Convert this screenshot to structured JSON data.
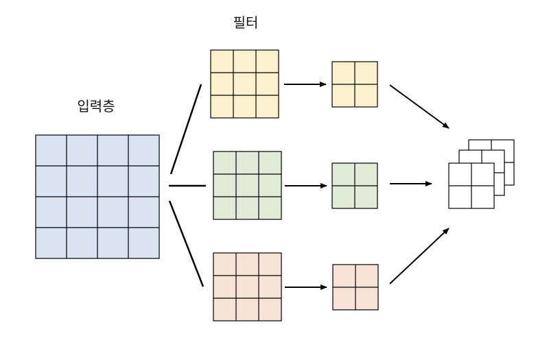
{
  "labels": {
    "input": "입력층",
    "filter": "필터"
  },
  "colors": {
    "input_fill": "#dae3f1",
    "filter_top_fill": "#fbf1cf",
    "filter_mid_fill": "#e1ecd8",
    "filter_bot_fill": "#f8e4d6",
    "output_fill": "#ffffff",
    "stroke": "#000000"
  },
  "grids": {
    "input_size": 4,
    "filter_size": 3,
    "feature_size": 2,
    "output_stack_count": 3
  }
}
